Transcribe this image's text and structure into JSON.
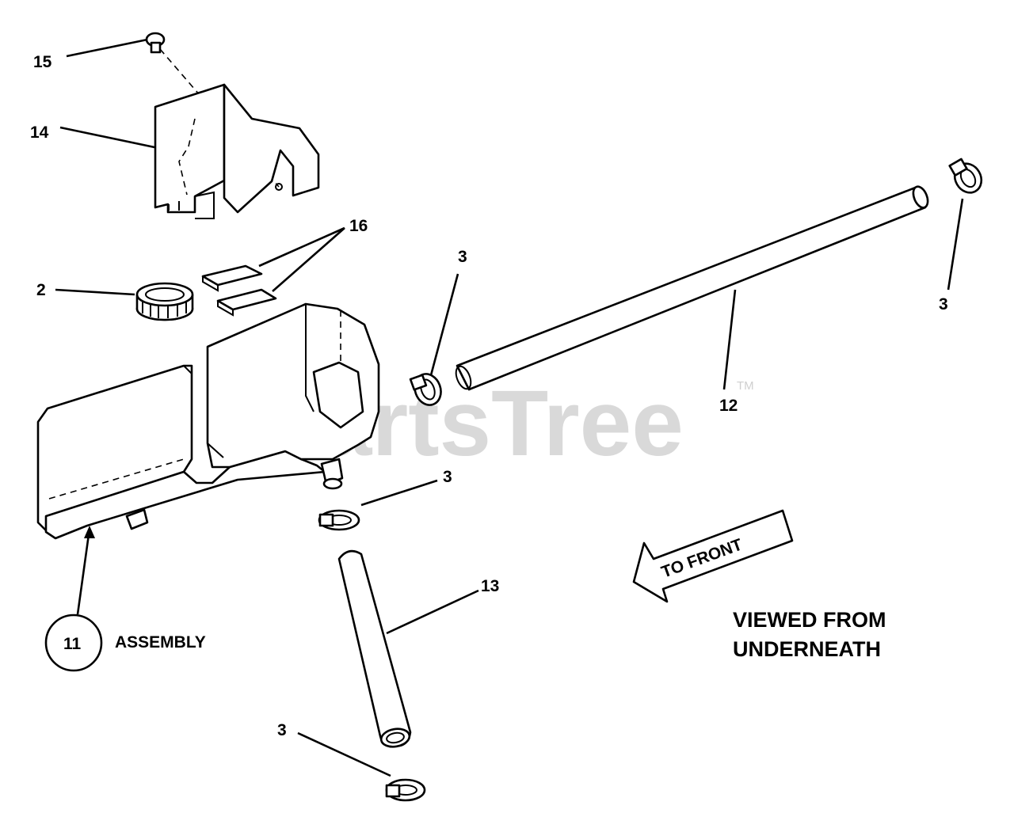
{
  "watermark": {
    "text": "PartsTree",
    "trademark": "TM"
  },
  "callouts": {
    "c15": "15",
    "c14": "14",
    "c16": "16",
    "c2": "2",
    "c3_hose_end": "3",
    "c3_right": "3",
    "c12": "12",
    "c3_mid": "3",
    "c13": "13",
    "c3_bottom": "3",
    "c11": "11",
    "assembly": "ASSEMBLY"
  },
  "direction_arrow": {
    "label": "TO FRONT"
  },
  "view_note": {
    "line1": "VIEWED FROM",
    "line2": "UNDERNEATH"
  },
  "colors": {
    "line": "#000000",
    "watermark": "#d9d9d9",
    "background": "#ffffff"
  }
}
